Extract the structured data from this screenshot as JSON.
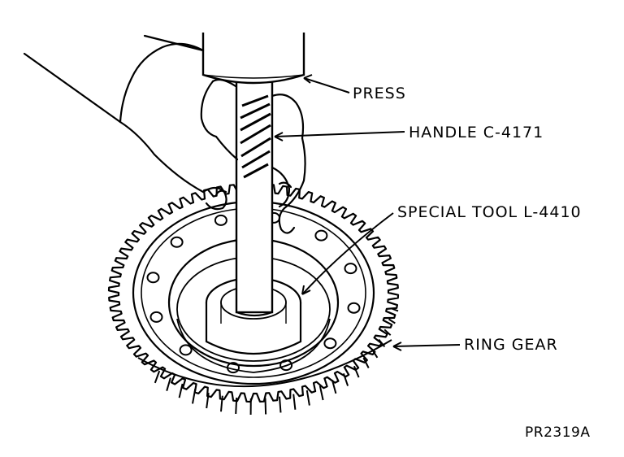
{
  "callouts": {
    "press": "PRESS",
    "handle": "HANDLE C-4171",
    "special_tool": "SPECIAL TOOL L-4410",
    "ring_gear": "RING GEAR"
  },
  "figure_id": "PR2319A",
  "colors": {
    "ink": "#000000",
    "paper": "#ffffff"
  }
}
